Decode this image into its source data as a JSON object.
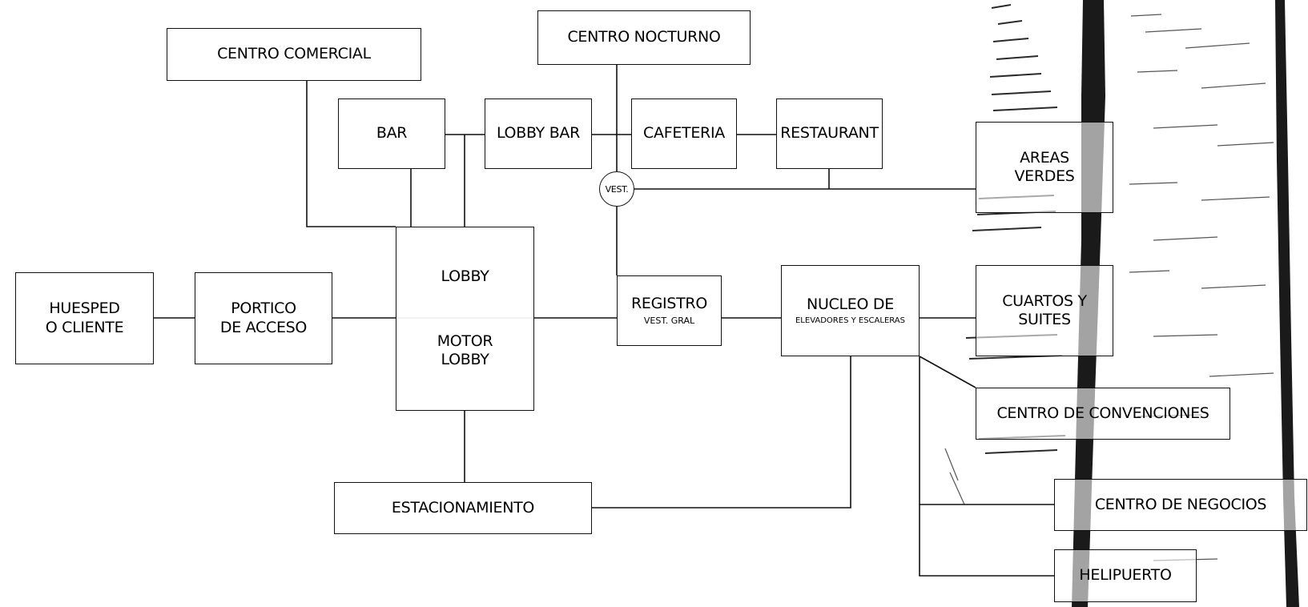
{
  "nodes": {
    "centro_comercial": "CENTRO  COMERCIAL",
    "centro_nocturno": "CENTRO NOCTURNO",
    "bar": "BAR",
    "lobby_bar": "LOBBY BAR",
    "cafeteria": "CAFETERIA",
    "restaurant": "RESTAURANT",
    "areas_verdes_1": "AREAS",
    "areas_verdes_2": "VERDES",
    "vest": "VEST.",
    "huesped_1": "HUESPED",
    "huesped_2": "O CLIENTE",
    "portico_1": "PORTICO",
    "portico_2": "DE ACCESO",
    "lobby": "LOBBY",
    "motor_lobby_1": "MOTOR",
    "motor_lobby_2": "LOBBY",
    "registro": "REGISTRO",
    "registro_sub": "VEST. GRAL",
    "nucleo": "NUCLEO DE",
    "nucleo_sub": "ELEVADORES Y ESCALERAS",
    "cuartos_1": "CUARTOS Y",
    "cuartos_2": "SUITES",
    "convenciones": "CENTRO DE CONVENCIONES",
    "estacionamiento": "ESTACIONAMIENTO",
    "negocios": "CENTRO DE NEGOCIOS",
    "helipuerto": "HELIPUERTO"
  },
  "colors": {
    "line": "#111111",
    "background": "#ffffff",
    "sketch": "#1a1a1a"
  }
}
